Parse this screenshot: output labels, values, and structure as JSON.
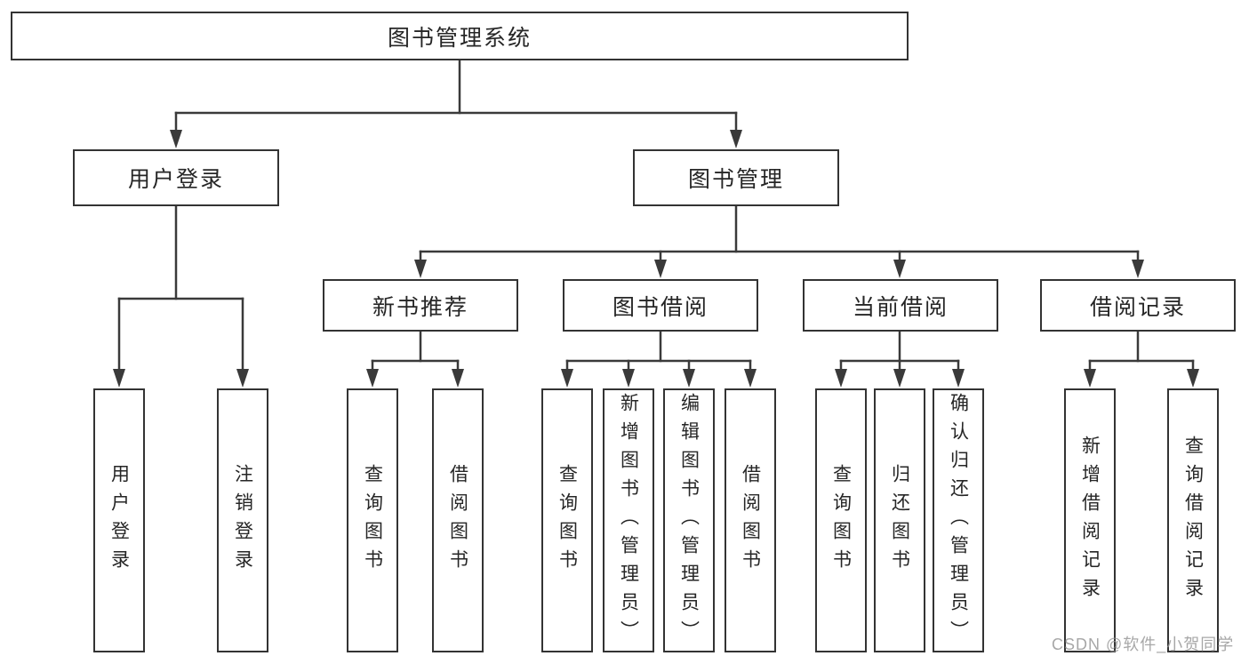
{
  "tree": {
    "root": {
      "label": "图书管理系统"
    },
    "branches": [
      {
        "label": "用户登录",
        "children": [
          {
            "label": "用户登录"
          },
          {
            "label": "注销登录"
          }
        ]
      },
      {
        "label": "图书管理",
        "children": [
          {
            "label": "新书推荐",
            "children": [
              {
                "label": "查询图书"
              },
              {
                "label": "借阅图书"
              }
            ]
          },
          {
            "label": "图书借阅",
            "children": [
              {
                "label": "查询图书"
              },
              {
                "label": "新增图书（管理员）"
              },
              {
                "label": "编辑图书（管理员）"
              },
              {
                "label": "借阅图书"
              }
            ]
          },
          {
            "label": "当前借阅",
            "children": [
              {
                "label": "查询图书"
              },
              {
                "label": "归还图书"
              },
              {
                "label": "确认归还（管理员）"
              }
            ]
          },
          {
            "label": "借阅记录",
            "children": [
              {
                "label": "新增借阅记录"
              },
              {
                "label": "查询借阅记录"
              }
            ]
          }
        ]
      }
    ]
  },
  "watermark": {
    "text": "CSDN @软件_小贺同学"
  },
  "colors": {
    "line": "#3a3a3a",
    "box_border": "#333333",
    "text": "#262626",
    "watermark": "#919191",
    "background": "#ffffff"
  }
}
